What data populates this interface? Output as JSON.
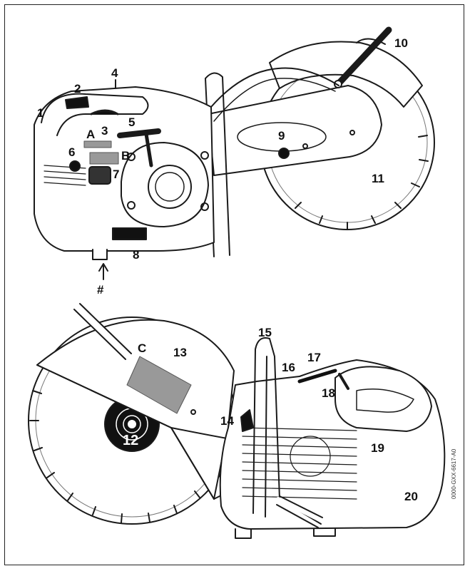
{
  "labels": {
    "n1": "1",
    "n2": "2",
    "n3": "3",
    "n4": "4",
    "n5": "5",
    "n6": "6",
    "n7": "7",
    "n8": "8",
    "n9": "9",
    "n10": "10",
    "n11": "11",
    "n12": "12",
    "n13": "13",
    "n14": "14",
    "n15": "15",
    "n16": "16",
    "n17": "17",
    "n18": "18",
    "n19": "19",
    "n20": "20",
    "a": "A",
    "b": "B",
    "c": "C",
    "hash": "#"
  },
  "doc_code": "0000-GXX-6617-A0"
}
